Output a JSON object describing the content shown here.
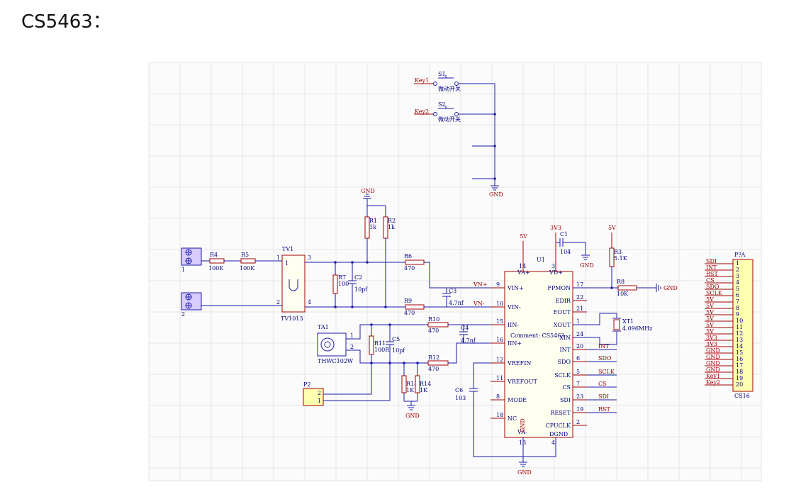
{
  "heading": "CS5463：",
  "switches": {
    "key1_net": "Key1",
    "key2_net": "Key2",
    "s1": "S1",
    "s2": "S2",
    "s1_desc": "微动开关",
    "s2_desc": "微动开关",
    "gnd": "GND"
  },
  "terminals": {
    "t1_pin": "1",
    "t2_pin": "2"
  },
  "resistors": {
    "r4": "R4",
    "r4_val": "100K",
    "r5": "R5",
    "r5_val": "100K",
    "r1": "R1",
    "r1_val": "1k",
    "r2": "R2",
    "r2_val": "1k",
    "r6": "R6",
    "r6_val": "470",
    "r7": "R7",
    "r7_val": "100",
    "r9": "R9",
    "r9_val": "470",
    "r10": "R10",
    "r10_val": "470",
    "r11": "R11",
    "r11_val": "100R",
    "r12": "R12",
    "r12_val": "470",
    "r13": "R13",
    "r13_val": "1K",
    "r14": "R14",
    "r14_val": "1K",
    "r3": "R3",
    "r3_val": "5.1K",
    "r8": "R8",
    "r8_val": "10K"
  },
  "capacitors": {
    "c1": "C1",
    "c1_val": "104",
    "c2": "C2",
    "c2_val": "10pf",
    "c3": "C3",
    "c3_val": "4.7nf",
    "c4": "C4",
    "c4_val": "4.7nf",
    "c5": "C5",
    "c5_val": "10pf",
    "c6": "C6",
    "c6_val": "103"
  },
  "transformer": {
    "ref": "TV1",
    "part": "TV1013",
    "pin1": "1",
    "pin2": "2",
    "pin3": "3",
    "pin4": "4",
    "pin1b": "1"
  },
  "ct": {
    "ref": "TA1",
    "part": "THWC102W",
    "pin1": "1",
    "pin2": "2"
  },
  "p2": {
    "ref": "P2",
    "pin2": "2",
    "pin1": "1"
  },
  "crystal": {
    "ref": "XT1",
    "val": "4.096MHz"
  },
  "power": {
    "v5a": "5V",
    "v3v3": "3V3",
    "v5b": "5V",
    "gnd": "GND"
  },
  "nets": {
    "vinp": "VN+",
    "vinn": "VN-"
  },
  "ic": {
    "ref": "U1",
    "comment": "Comment: CS5463",
    "vap": "VA+",
    "vdp": "VD+",
    "var": "VA-",
    "dgnd": "DGND",
    "left_pins": [
      {
        "num": "9",
        "name": "VIN+"
      },
      {
        "num": "10",
        "name": "VIN-"
      },
      {
        "num": "15",
        "name": "IIN-"
      },
      {
        "num": "16",
        "name": "IIN+"
      },
      {
        "num": "12",
        "name": "VREFIN"
      },
      {
        "num": "11",
        "name": "VREFOUT"
      },
      {
        "num": "8",
        "name": "MODE"
      },
      {
        "num": "18",
        "name": "NC"
      }
    ],
    "right_pins": [
      {
        "num": "17",
        "name": "FPMON"
      },
      {
        "num": "22",
        "name": "EDIR"
      },
      {
        "num": "21",
        "name": "EOUT"
      },
      {
        "num": "1",
        "name": "XOUT"
      },
      {
        "num": "24",
        "name": "XIN"
      },
      {
        "num": "20",
        "name": "INT"
      },
      {
        "num": "6",
        "name": "SDO"
      },
      {
        "num": "5",
        "name": "SCLK"
      },
      {
        "num": "7",
        "name": "CS"
      },
      {
        "num": "23",
        "name": "SDI"
      },
      {
        "num": "19",
        "name": "RESET"
      },
      {
        "num": "2",
        "name": "CPUCLK"
      }
    ],
    "top_pin_vap": "14",
    "top_pin_vdp": "3",
    "bot_pin_var": "13",
    "bot_pin_dgnd": "4",
    "right_nets": [
      "INT",
      "SDO",
      "SCLK",
      "CS",
      "SDI",
      "RST"
    ]
  },
  "connector": {
    "ref": "P?A",
    "part": "CS16",
    "nets": [
      "SDI",
      "INT",
      "RST",
      "CS",
      "SDO",
      "SCLK",
      "5V",
      "5V",
      "5V",
      "5V",
      "5V",
      "5V",
      "3V3",
      "3V3",
      "GND",
      "GND",
      "GND",
      "GND",
      "Key1",
      "Key2"
    ],
    "pins": [
      "1",
      "2",
      "3",
      "4",
      "5",
      "6",
      "7",
      "8",
      "9",
      "10",
      "11",
      "12",
      "13",
      "14",
      "15",
      "16",
      "17",
      "18",
      "19",
      "20"
    ]
  }
}
